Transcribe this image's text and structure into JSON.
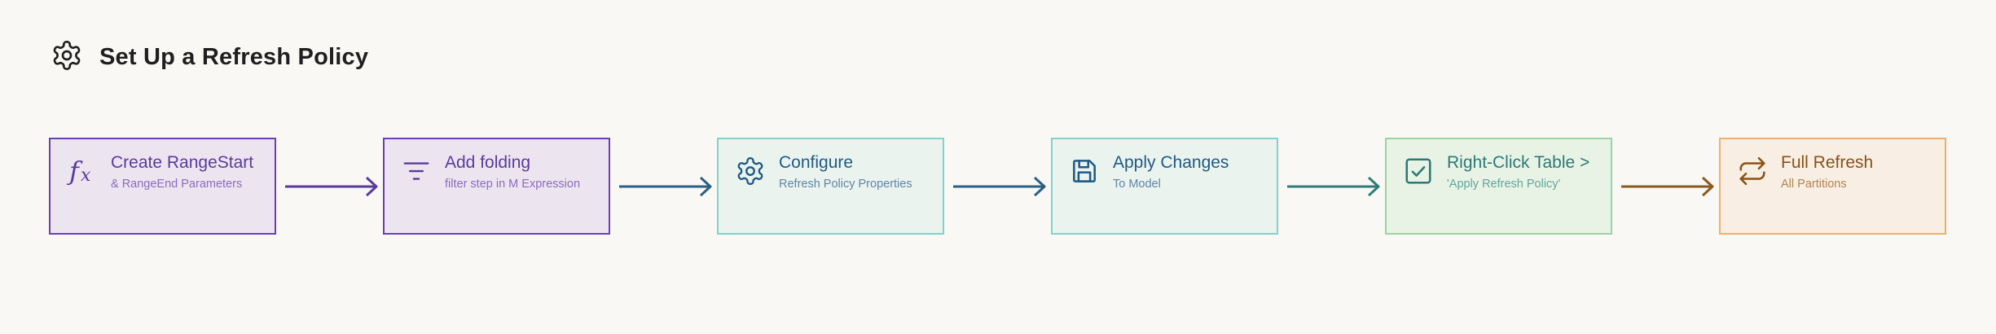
{
  "header": {
    "icon": "gear-icon",
    "title": "Set Up a Refresh Policy"
  },
  "steps": [
    {
      "label": "Create RangeStart",
      "sublabel": "& RangeEnd Parameters",
      "icon": "function-fx-icon",
      "border": "#6b3fb3",
      "fill": "#ece5f0",
      "label_color": "#5a3a9e",
      "sub_color": "#8a6bbf"
    },
    {
      "label": "Add folding",
      "sublabel": "filter step in M Expression",
      "icon": "filter-icon",
      "border": "#6b3fb3",
      "fill": "#ece5f0",
      "label_color": "#5a3a9e",
      "sub_color": "#8a6bbf"
    },
    {
      "label": "Configure",
      "sublabel": "Refresh Policy Properties",
      "icon": "gear-icon",
      "border": "#7fd3cb",
      "fill": "#ebf3ef",
      "label_color": "#1f5a85",
      "sub_color": "#5d86a6"
    },
    {
      "label": "Apply Changes",
      "sublabel": "To Model",
      "icon": "save-icon",
      "border": "#7fd3cb",
      "fill": "#ebf3ef",
      "label_color": "#1f5a85",
      "sub_color": "#5d86a6"
    },
    {
      "label": "Right-Click Table >",
      "sublabel": "'Apply Refresh Policy'",
      "icon": "checkbox-icon",
      "border": "#95d6a1",
      "fill": "#e9f3e5",
      "label_color": "#2a7a78",
      "sub_color": "#5fa5a0"
    },
    {
      "label": "Full Refresh",
      "sublabel": "All Partitions",
      "icon": "refresh-icon",
      "border": "#f0ae6e",
      "fill": "#f8eee4",
      "label_color": "#8a5214",
      "sub_color": "#b0844f"
    }
  ],
  "arrows": [
    {
      "color": "#5a3a9e"
    },
    {
      "color": "#2a5f86"
    },
    {
      "color": "#2a5f86"
    },
    {
      "color": "#2f7d7a"
    },
    {
      "color": "#8a5a1e"
    }
  ]
}
